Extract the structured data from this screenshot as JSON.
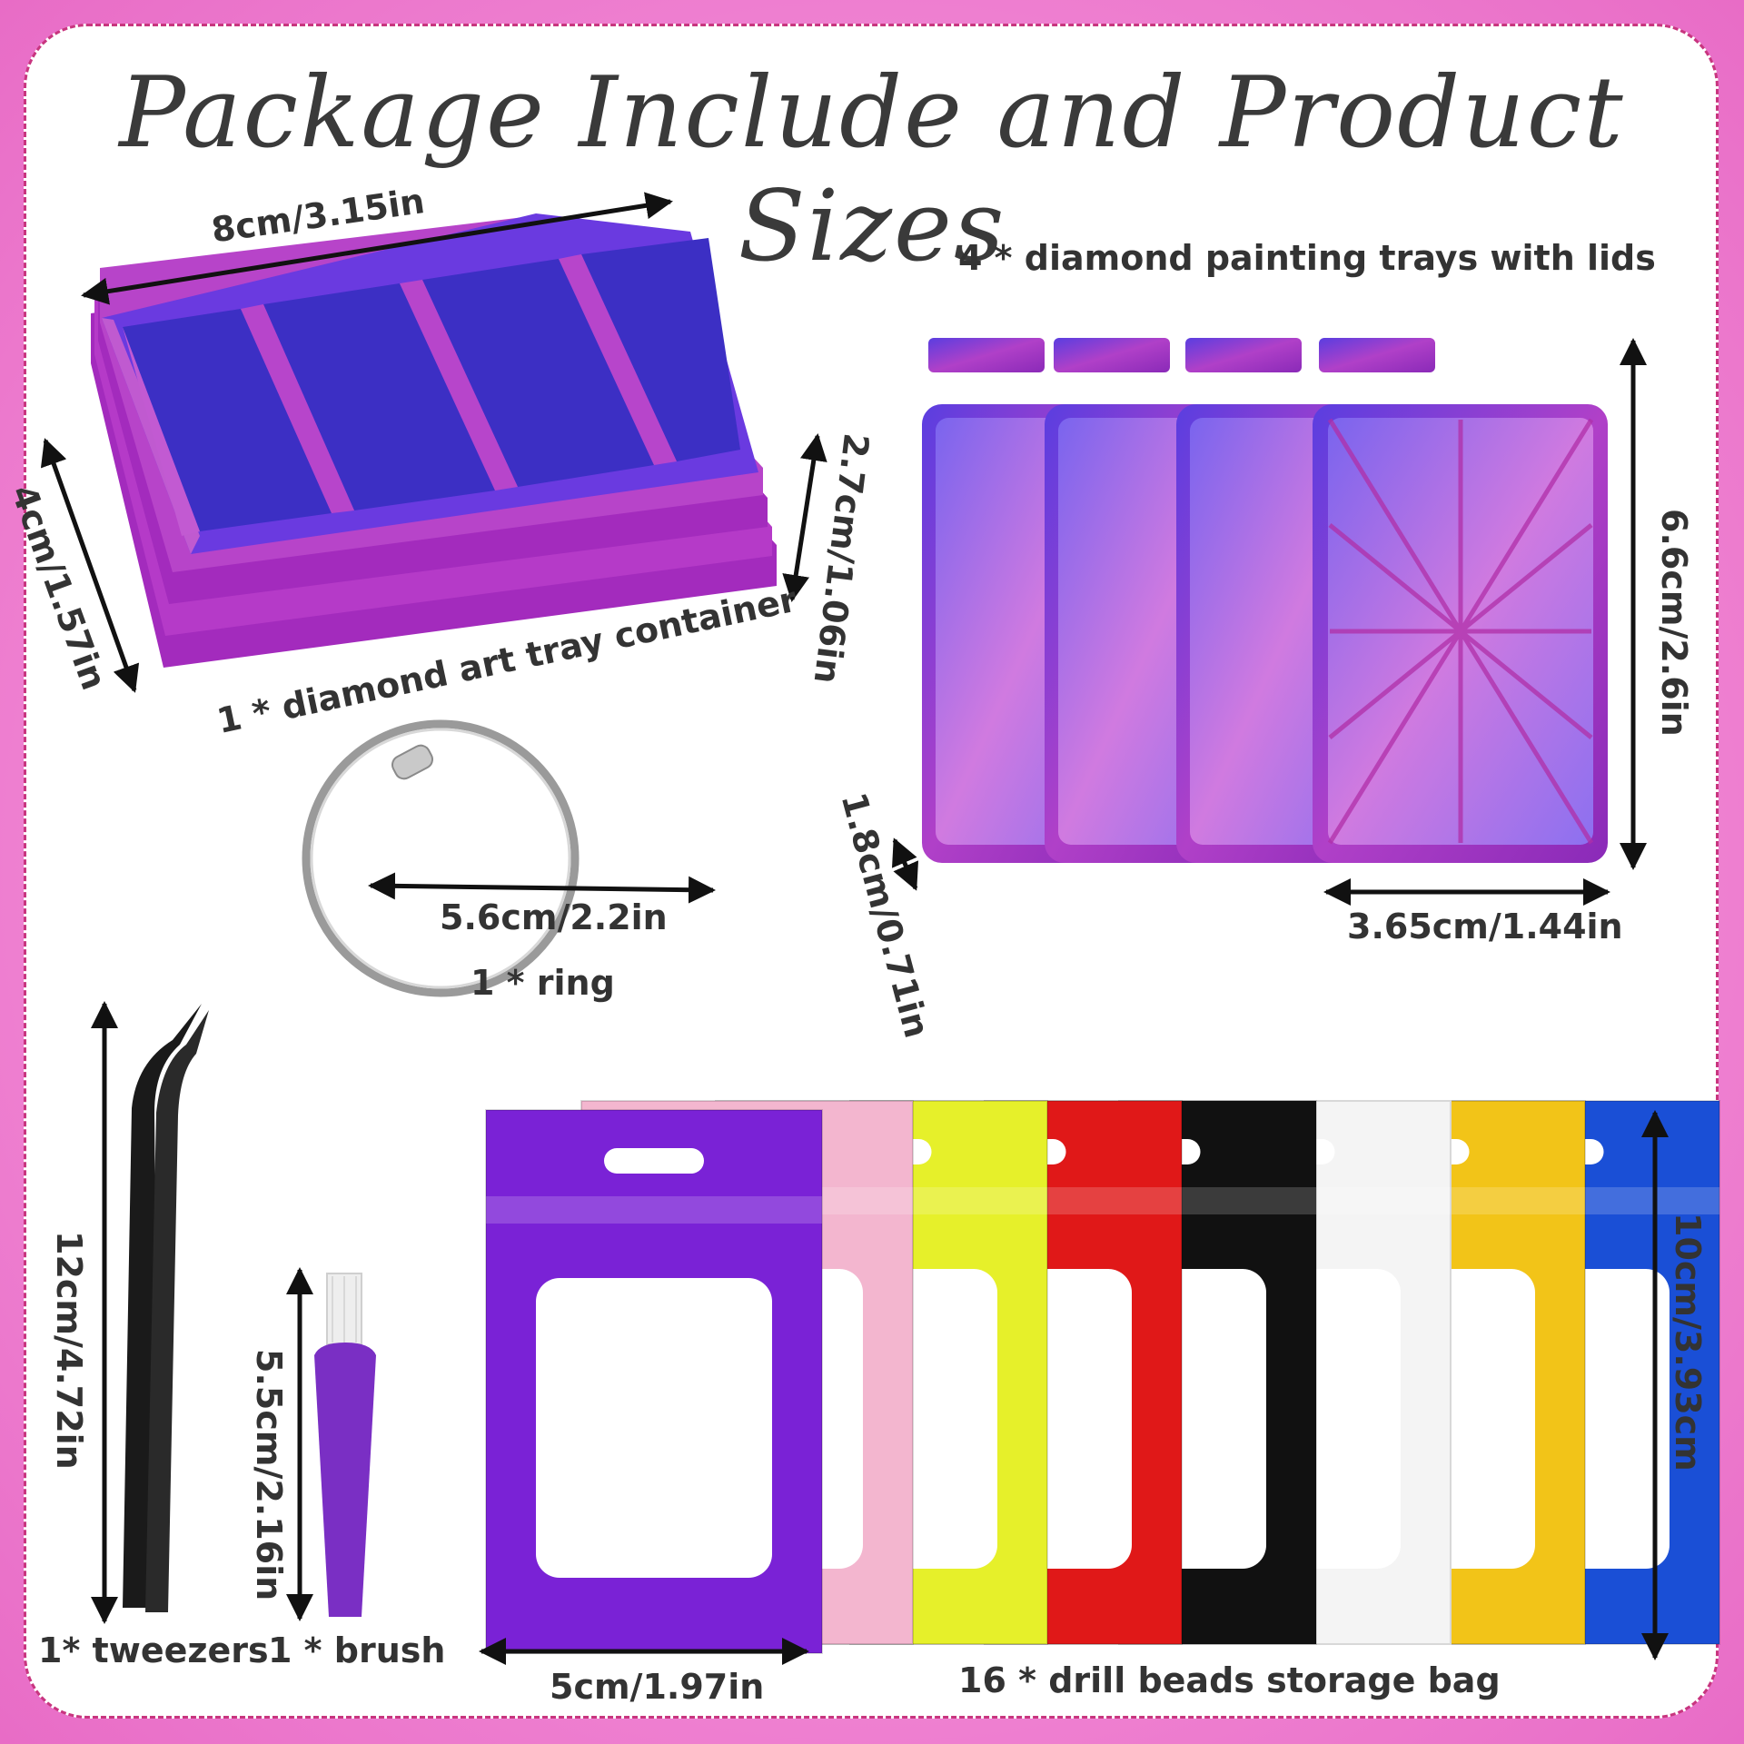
{
  "title": "Package Include and Product Sizes",
  "labels": {
    "container_width": "8cm/3.15in",
    "container_depth": "4cm/1.57in",
    "container_height": "2.7cm/1.06in",
    "container_name": "1 * diamond art tray container",
    "trays_name": "4 * diamond painting trays with lids",
    "trays_height": "6.6cm/2.6in",
    "trays_width": "3.65cm/1.44in",
    "trays_thickness": "1.8cm/0.71in",
    "ring_size": "5.6cm/2.2in",
    "ring_name": "1 * ring",
    "tweezers_size": "12cm/4.72in",
    "tweezers_name": "1* tweezers",
    "brush_size": "5.5cm/2.16in",
    "brush_name": "1 * brush",
    "bags_height": "10cm/3.93cm",
    "bags_width": "5cm/1.97in",
    "bags_name": "16 * drill beads storage bag"
  },
  "colors": {
    "background": "#f08ad6",
    "border": "#c8357f",
    "tray_purple": "#9a2fb8",
    "tray_blue": "#4b38d8",
    "text": "#333333"
  },
  "bag_colors": [
    "#7a22d6",
    "#f3b6cf",
    "#e6f02a",
    "#e01818",
    "#111111",
    "#f4f4f4",
    "#f2c418",
    "#1a4fd6"
  ]
}
